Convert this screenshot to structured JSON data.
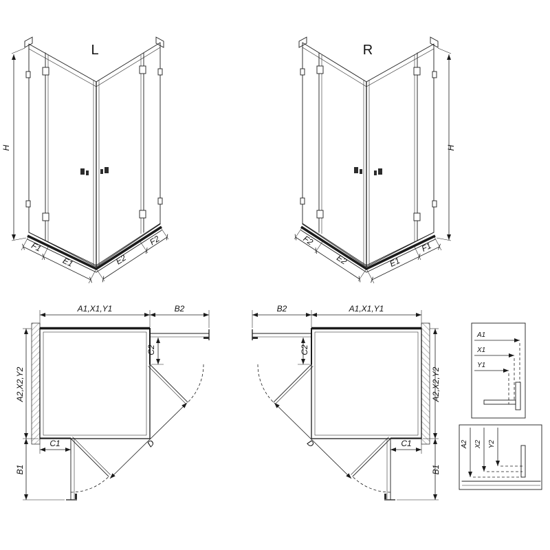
{
  "page": {
    "background": "#ffffff",
    "line_color": "#1b1b1b",
    "hatch_color": "#9a9a9a"
  },
  "views": {
    "iso_left": {
      "variant_label": "L",
      "height_label": "H",
      "left_edge_labels": [
        "F1",
        "E1"
      ],
      "right_edge_labels": [
        "E2",
        "F2"
      ]
    },
    "iso_right": {
      "variant_label": "R",
      "height_label": "H",
      "left_edge_labels": [
        "F2",
        "E2"
      ],
      "right_edge_labels": [
        "E1",
        "F1"
      ]
    },
    "plan_left": {
      "top_width_label": "A1,X1,Y1",
      "top_ext_label": "B2",
      "right_offset_label": "C2",
      "left_depth_label": "A2,X2,Y2",
      "bottom_offset_label": "C1",
      "bottom_ext_label": "B1",
      "diagonal_label": "D"
    },
    "plan_right": {
      "top_width_label": "A1,X1,Y1",
      "top_ext_label": "B2",
      "left_offset_label": "C2",
      "right_depth_label": "A2,X2,Y2",
      "bottom_offset_label": "C1",
      "bottom_ext_label": "B1",
      "diagonal_label": "D"
    },
    "detail_width": {
      "dim_labels": [
        "A1",
        "X1",
        "Y1"
      ]
    },
    "detail_depth": {
      "dim_labels": [
        "A2",
        "X2",
        "Y2"
      ]
    }
  }
}
